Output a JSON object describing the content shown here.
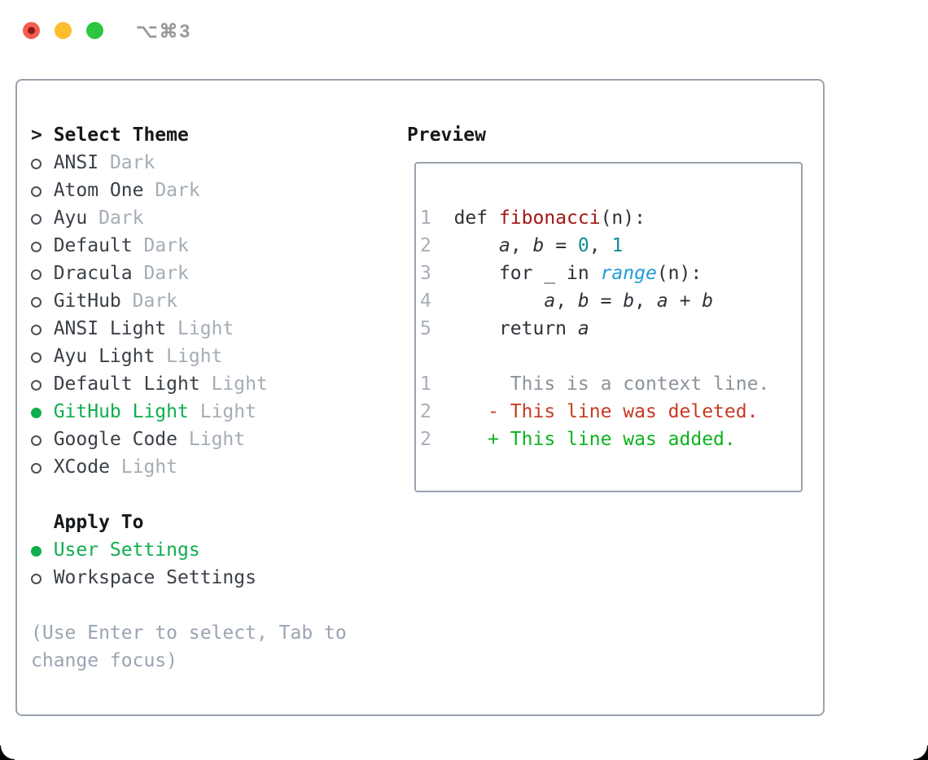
{
  "titlebar": {
    "shortcut": "⌥⌘3"
  },
  "theme_panel": {
    "cursor": ">",
    "header": "Select Theme",
    "items": [
      {
        "name": "ANSI",
        "variant": "Dark",
        "selected": false
      },
      {
        "name": "Atom One",
        "variant": "Dark",
        "selected": false
      },
      {
        "name": "Ayu",
        "variant": "Dark",
        "selected": false
      },
      {
        "name": "Default",
        "variant": "Dark",
        "selected": false
      },
      {
        "name": "Dracula",
        "variant": "Dark",
        "selected": false
      },
      {
        "name": "GitHub",
        "variant": "Dark",
        "selected": false
      },
      {
        "name": "ANSI Light",
        "variant": "Light",
        "selected": false
      },
      {
        "name": "Ayu Light",
        "variant": "Light",
        "selected": false
      },
      {
        "name": "Default Light",
        "variant": "Light",
        "selected": false
      },
      {
        "name": "GitHub Light",
        "variant": "Light",
        "selected": true
      },
      {
        "name": "Google Code",
        "variant": "Light",
        "selected": false
      },
      {
        "name": "XCode",
        "variant": "Light",
        "selected": false
      }
    ],
    "apply_header": "Apply To",
    "apply_items": [
      {
        "name": "User Settings",
        "selected": true
      },
      {
        "name": "Workspace Settings",
        "selected": false
      }
    ],
    "hint_line1": "(Use Enter to select, Tab to",
    "hint_line2": "change focus)"
  },
  "preview": {
    "header": "Preview",
    "lines": [
      [
        [
          "1",
          "num"
        ],
        [
          "  ",
          "c"
        ],
        [
          "def ",
          "c"
        ],
        [
          "fibonacci",
          "fn"
        ],
        [
          "(n):",
          "c"
        ]
      ],
      [
        [
          "2",
          "num"
        ],
        [
          "  ",
          "c"
        ],
        [
          "    ",
          "c"
        ],
        [
          "a",
          "v"
        ],
        [
          ", ",
          "c"
        ],
        [
          "b",
          "v"
        ],
        [
          " = ",
          "c"
        ],
        [
          "0",
          "lit"
        ],
        [
          ", ",
          "c"
        ],
        [
          "1",
          "lit"
        ]
      ],
      [
        [
          "3",
          "num"
        ],
        [
          "  ",
          "c"
        ],
        [
          "    for _ in ",
          "c"
        ],
        [
          "range",
          "bi"
        ],
        [
          "(n):",
          "c"
        ]
      ],
      [
        [
          "4",
          "num"
        ],
        [
          "  ",
          "c"
        ],
        [
          "        ",
          "c"
        ],
        [
          "a",
          "v"
        ],
        [
          ", ",
          "c"
        ],
        [
          "b",
          "v"
        ],
        [
          " = ",
          "c"
        ],
        [
          "b",
          "v"
        ],
        [
          ", ",
          "c"
        ],
        [
          "a",
          "v"
        ],
        [
          " + ",
          "c"
        ],
        [
          "b",
          "v"
        ]
      ],
      [
        [
          "5",
          "num"
        ],
        [
          "  ",
          "c"
        ],
        [
          "    return ",
          "c"
        ],
        [
          "a",
          "v"
        ]
      ],
      [],
      [
        [
          "1",
          "num"
        ],
        [
          "       ",
          "c"
        ],
        [
          "This is a context line.",
          "ctx"
        ]
      ],
      [
        [
          "2",
          "num"
        ],
        [
          "     ",
          "c"
        ],
        [
          "- This line was deleted.",
          "del"
        ]
      ],
      [
        [
          "2",
          "num"
        ],
        [
          "     ",
          "c"
        ],
        [
          "+ This line was added.",
          "add"
        ]
      ]
    ]
  },
  "colors": {
    "selection_green": "#0fae4e",
    "added_green": "#0db31e",
    "deleted_red": "#c63b22",
    "function_red": "#a31515",
    "number_teal": "#0d8c94",
    "builtin_blue": "#1e9cd7",
    "border_gray": "#9aa3af",
    "traffic_red": "#f45c52",
    "traffic_yellow": "#fcbd2e",
    "traffic_green": "#2bc63f"
  }
}
